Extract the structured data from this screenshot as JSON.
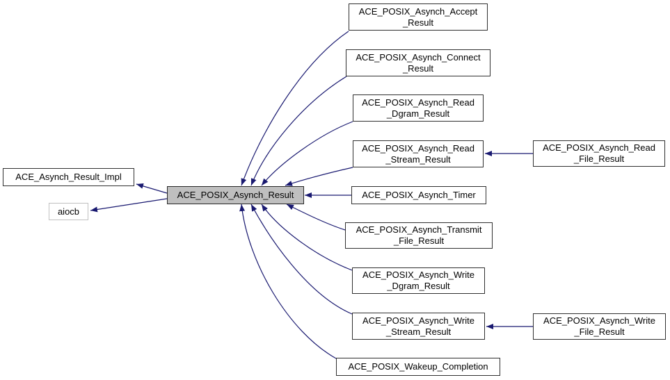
{
  "diagram": {
    "type": "class-inheritance-graph",
    "colors": {
      "background": "#ffffff",
      "edge": "#191970",
      "node_border": "#2f2f2f",
      "current_node_fill": "#bfbfbf",
      "external_node_border": "#c0c0c0",
      "text": "#000000"
    },
    "nodes": {
      "impl": {
        "label": "ACE_Asynch_Result_Impl"
      },
      "aiocb": {
        "label": "aiocb"
      },
      "result": {
        "label": "ACE_POSIX_Asynch_Result"
      },
      "accept": {
        "line1": "ACE_POSIX_Asynch_Accept",
        "line2": "_Result"
      },
      "connect": {
        "line1": "ACE_POSIX_Asynch_Connect",
        "line2": "_Result"
      },
      "read_dgram": {
        "line1": "ACE_POSIX_Asynch_Read",
        "line2": "_Dgram_Result"
      },
      "read_stream": {
        "line1": "ACE_POSIX_Asynch_Read",
        "line2": "_Stream_Result"
      },
      "read_file": {
        "line1": "ACE_POSIX_Asynch_Read",
        "line2": "_File_Result"
      },
      "timer": {
        "label": "ACE_POSIX_Asynch_Timer"
      },
      "transmit": {
        "line1": "ACE_POSIX_Asynch_Transmit",
        "line2": "_File_Result"
      },
      "write_dgram": {
        "line1": "ACE_POSIX_Asynch_Write",
        "line2": "_Dgram_Result"
      },
      "write_stream": {
        "line1": "ACE_POSIX_Asynch_Write",
        "line2": "_Stream_Result"
      },
      "write_file": {
        "line1": "ACE_POSIX_Asynch_Write",
        "line2": "_File_Result"
      },
      "wakeup": {
        "label": "ACE_POSIX_Wakeup_Completion"
      }
    },
    "edges": [
      {
        "from": "ACE_POSIX_Asynch_Result",
        "to": "ACE_Asynch_Result_Impl"
      },
      {
        "from": "ACE_POSIX_Asynch_Result",
        "to": "aiocb"
      },
      {
        "from": "ACE_POSIX_Asynch_Accept_Result",
        "to": "ACE_POSIX_Asynch_Result"
      },
      {
        "from": "ACE_POSIX_Asynch_Connect_Result",
        "to": "ACE_POSIX_Asynch_Result"
      },
      {
        "from": "ACE_POSIX_Asynch_Read_Dgram_Result",
        "to": "ACE_POSIX_Asynch_Result"
      },
      {
        "from": "ACE_POSIX_Asynch_Read_Stream_Result",
        "to": "ACE_POSIX_Asynch_Result"
      },
      {
        "from": "ACE_POSIX_Asynch_Read_File_Result",
        "to": "ACE_POSIX_Asynch_Read_Stream_Result"
      },
      {
        "from": "ACE_POSIX_Asynch_Timer",
        "to": "ACE_POSIX_Asynch_Result"
      },
      {
        "from": "ACE_POSIX_Asynch_Transmit_File_Result",
        "to": "ACE_POSIX_Asynch_Result"
      },
      {
        "from": "ACE_POSIX_Asynch_Write_Dgram_Result",
        "to": "ACE_POSIX_Asynch_Result"
      },
      {
        "from": "ACE_POSIX_Asynch_Write_Stream_Result",
        "to": "ACE_POSIX_Asynch_Result"
      },
      {
        "from": "ACE_POSIX_Asynch_Write_File_Result",
        "to": "ACE_POSIX_Asynch_Write_Stream_Result"
      },
      {
        "from": "ACE_POSIX_Wakeup_Completion",
        "to": "ACE_POSIX_Asynch_Result"
      }
    ]
  }
}
